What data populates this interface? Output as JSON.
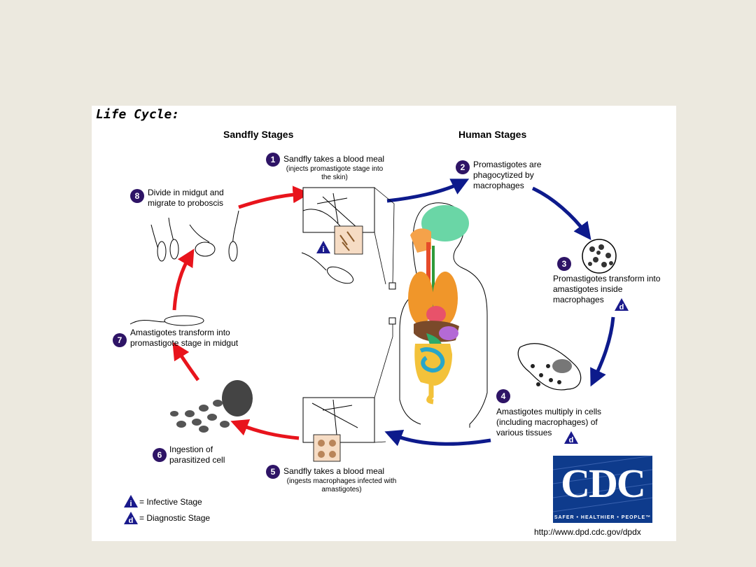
{
  "title": "Life Cycle:",
  "headers": {
    "sandfly": "Sandfly Stages",
    "human": "Human Stages"
  },
  "steps": [
    {
      "num": "1",
      "text": "Sandfly takes a blood meal",
      "sub": "(injects promastigote stage into the skin)"
    },
    {
      "num": "2",
      "text": "Promastigotes are phagocytized by macrophages"
    },
    {
      "num": "3",
      "text": "Promastigotes transform into amastigotes inside macrophages"
    },
    {
      "num": "4",
      "text": "Amastigotes multiply in cells (including macrophages) of various tissues"
    },
    {
      "num": "5",
      "text": "Sandfly takes a blood meal",
      "sub": "(ingests macrophages infected with amastigotes)"
    },
    {
      "num": "6",
      "text": "Ingestion of parasitized cell"
    },
    {
      "num": "7",
      "text": "Amastigotes transform into promastigote stage in midgut"
    },
    {
      "num": "8",
      "text": "Divide in midgut and migrate to proboscis"
    }
  ],
  "stage_markers": {
    "infective": "i",
    "diagnostic": "d"
  },
  "legend": {
    "infective": "= Infective Stage",
    "diagnostic": "= Diagnostic Stage"
  },
  "logo": {
    "letters": "CDC",
    "tagline": "SAFER • HEALTHIER • PEOPLE™"
  },
  "url": "http://www.dpd.cdc.gov/dpdx",
  "colors": {
    "sandfly_arrow": "#e8141c",
    "human_arrow": "#0d1a8c",
    "step_circle": "#2e1466",
    "logo_bg": "#0e3b8c"
  }
}
